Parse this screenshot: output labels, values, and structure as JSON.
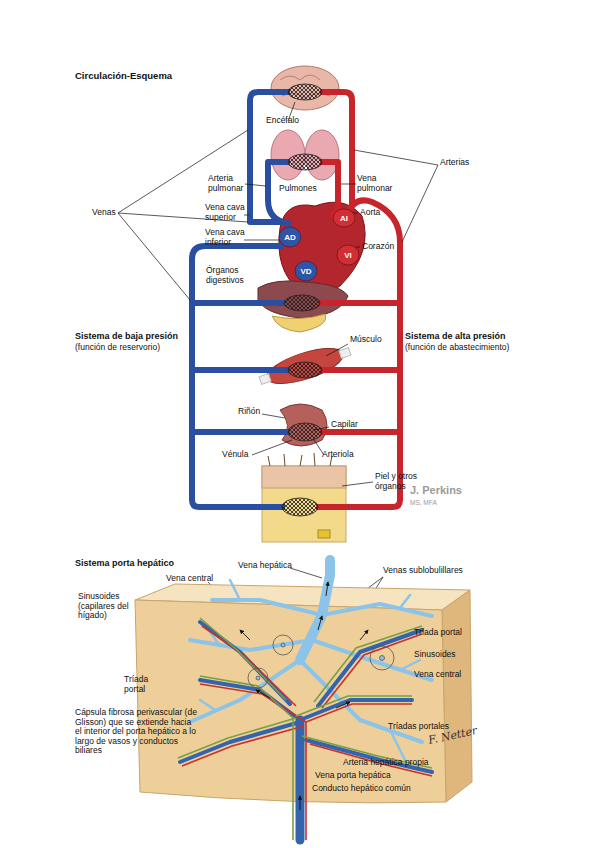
{
  "diagram": {
    "title": "Circulación-Esquema",
    "nodes": [
      {
        "text": [
          "AI"
        ]
      },
      {
        "text": [
          "AD"
        ]
      },
      {
        "text": [
          "VI"
        ]
      },
      {
        "text": [
          "VD"
        ]
      }
    ],
    "labels": [
      "Encéfalo",
      "Arteria pulmonar",
      "Pulmones",
      "Vena pulmonar",
      "Arterias",
      "Venas",
      "Vena cava superior",
      "Aorta",
      "Vena cava inferior",
      "Corazón",
      "Órganos digestivos",
      "Sistema de baja presión",
      "(función de reservorio)",
      "Sistema de alta presión",
      "(función de abastecimiento)",
      "Músculo",
      "Riñón",
      "Capilar",
      "Vénula",
      "Arteriola",
      "Piel y otros órganos",
      "J. Perkins",
      "MS, MFA",
      "Sistema porta hepático",
      "Vena hepática",
      "Venas sublobulillares",
      "Vena central",
      "Sinusoides (capilares del hígado)",
      "Tríada portal",
      "Sinusoides",
      "Vena central",
      "Tríada portal",
      "Tríadas portales",
      "Cápsula fibrosa perivascular (de Glisson) que se extiende hacia el interior del porta hepático a lo largo de vasos y conductos biliares",
      "Arteria hepática propia",
      "Vena porta hepática",
      "Conducto hepático común",
      "F. Netter"
    ]
  }
}
